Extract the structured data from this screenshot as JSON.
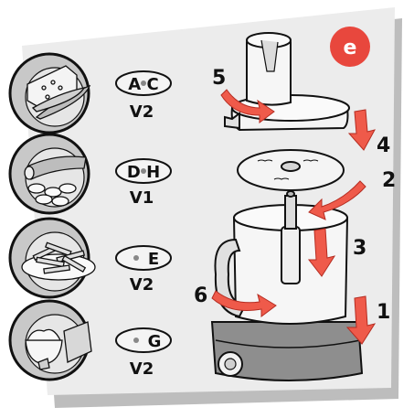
{
  "badge": {
    "letter": "e",
    "color": "#e8473d"
  },
  "accent_color": "#ef5a4a",
  "panel_color": "#ececec",
  "shadow_color": "#bdbdbd",
  "food_rows": [
    {
      "food_icon": "cheese-and-carrots-icon",
      "disc_letters": "A C",
      "speed": "V2"
    },
    {
      "food_icon": "sliced-cucumber-icon",
      "disc_letters": "D H",
      "speed": "V1"
    },
    {
      "food_icon": "fries-plate-icon",
      "disc_letters": "E",
      "speed": "V2"
    },
    {
      "food_icon": "grated-cheese-bowl-icon",
      "disc_letters": "G",
      "speed": "V2"
    }
  ],
  "steps": [
    "1",
    "2",
    "3",
    "4",
    "5",
    "6"
  ]
}
